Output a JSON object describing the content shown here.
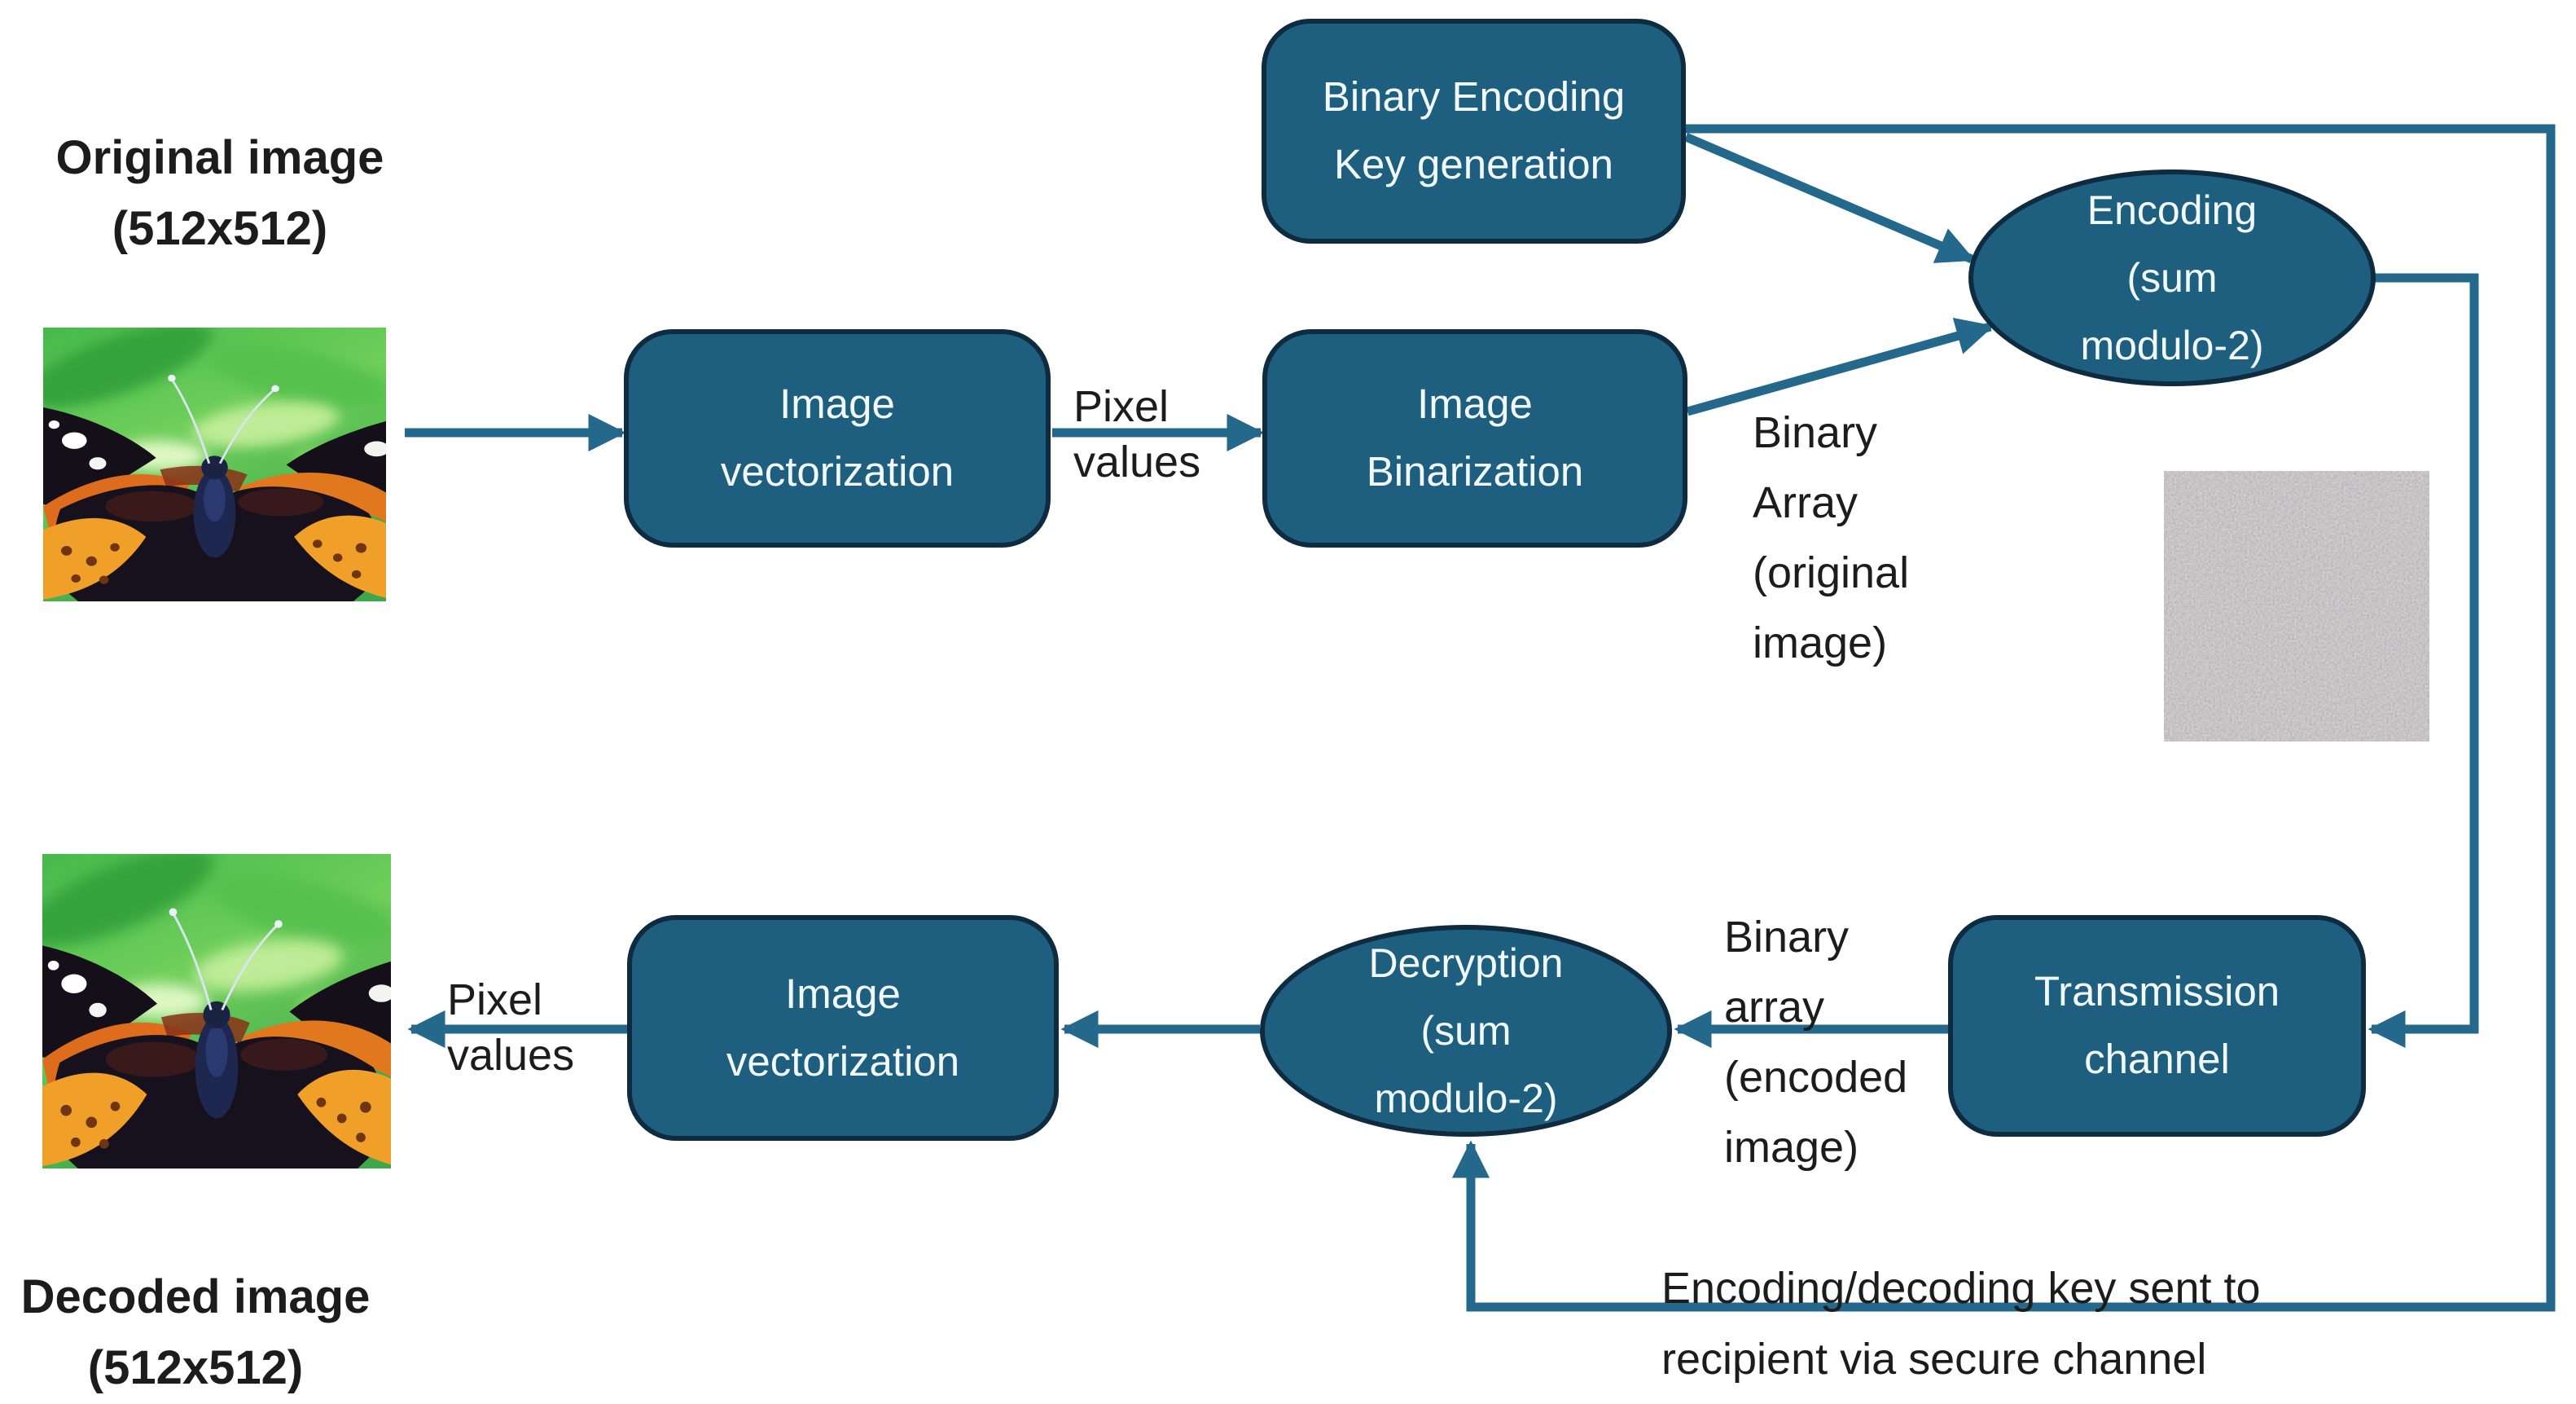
{
  "colors": {
    "node_fill": "#1E5F80",
    "node_border": "#0E2B40",
    "arrow": "#24698C",
    "node_text": "#F2F9FD",
    "label_text": "#1C1C1C",
    "noise_gray": "#8E888A"
  },
  "nodes": {
    "binary_key": {
      "label": "Binary Encoding\nKey generation"
    },
    "image_vectorization_top": {
      "label": "Image\nvectorization"
    },
    "image_binarization": {
      "label": "Image\nBinarization"
    },
    "encoding": {
      "label": "Encoding\n(sum\nmodulo-2)"
    },
    "transmission_channel": {
      "label": "Transmission\nchannel"
    },
    "decryption": {
      "label": "Decryption\n(sum\nmodulo-2)"
    },
    "image_vectorization_bottom": {
      "label": "Image\nvectorization"
    }
  },
  "labels": {
    "original_image_title": "Original image\n(512x512)",
    "decoded_image_title": "Decoded image\n(512x512)",
    "pixel_values_top": "Pixel\nvalues",
    "pixel_values_bottom": "Pixel\nvalues",
    "binary_array_original": "Binary\nArray\n(original\nimage)",
    "binary_array_encoded": "Binary\narray\n(encoded\nimage)",
    "key_channel_note": "Encoding/decoding key sent to\nrecipient via secure channel"
  },
  "images": {
    "original_butterfly": "butterfly-photo",
    "decoded_butterfly": "butterfly-photo",
    "encoded_noise": "noise-square"
  }
}
